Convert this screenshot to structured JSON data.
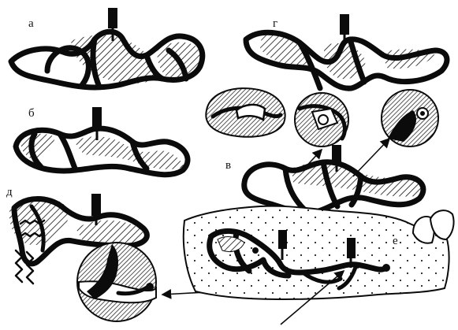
{
  "figure": {
    "panels": [
      {
        "id": "a",
        "label": "а"
      },
      {
        "id": "g",
        "label": "г"
      },
      {
        "id": "b",
        "label": "б"
      },
      {
        "id": "v",
        "label": "в"
      },
      {
        "id": "d",
        "label": "д"
      },
      {
        "id": "e",
        "label": "е"
      }
    ]
  }
}
